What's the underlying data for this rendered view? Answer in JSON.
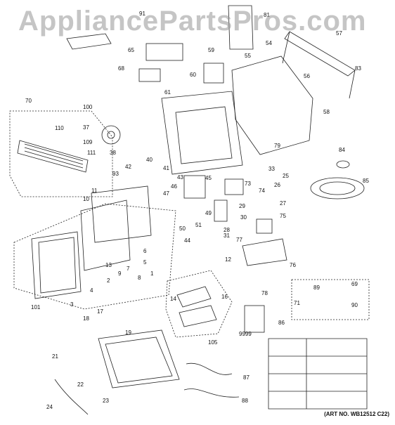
{
  "watermark": "AppliancePartsPros.com",
  "art_number": "(ART NO. WB12512 C22)",
  "callouts": [
    "1",
    "2",
    "3",
    "4",
    "5",
    "6",
    "7",
    "8",
    "9",
    "10",
    "11",
    "12",
    "13",
    "14",
    "16",
    "17",
    "18",
    "19",
    "21",
    "22",
    "23",
    "24",
    "25",
    "26",
    "27",
    "28",
    "29",
    "30",
    "31",
    "33",
    "37",
    "38",
    "40",
    "41",
    "42",
    "43",
    "44",
    "45",
    "46",
    "47",
    "49",
    "50",
    "51",
    "54",
    "55",
    "56",
    "57",
    "58",
    "59",
    "60",
    "61",
    "65",
    "68",
    "69",
    "70",
    "71",
    "73",
    "74",
    "75",
    "76",
    "77",
    "78",
    "79",
    "81",
    "83",
    "84",
    "85",
    "86",
    "87",
    "88",
    "89",
    "90",
    "91",
    "93",
    "100",
    "101",
    "105",
    "109",
    "110",
    "111",
    "9999"
  ]
}
